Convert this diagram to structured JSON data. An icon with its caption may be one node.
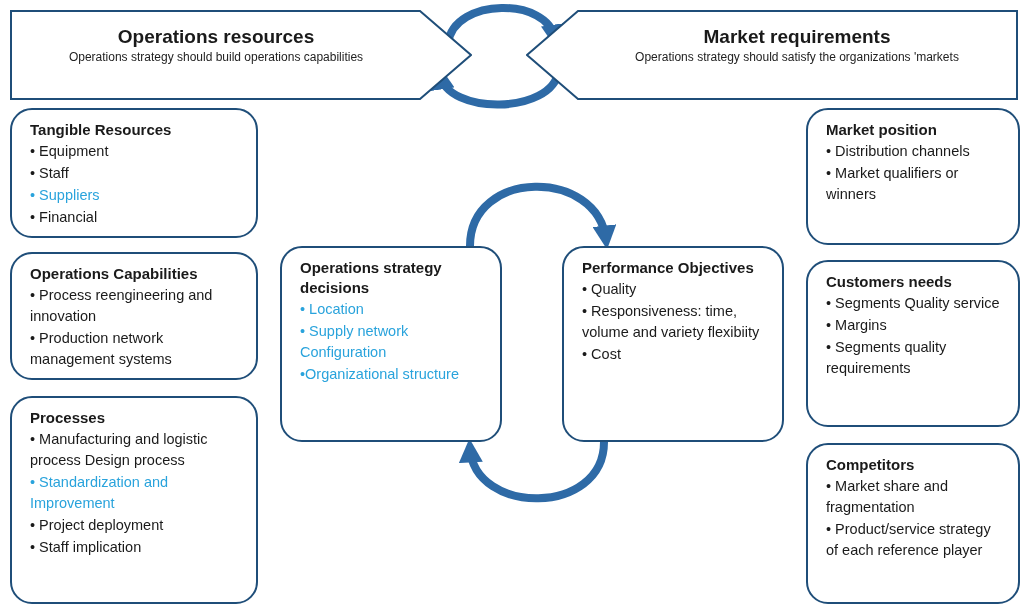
{
  "diagram": {
    "nodes": [
      {
        "text": [
          "Operations resources",
          "Operations strategy should build operations capabilities"
        ]
      },
      {
        "text": [
          "Market requirements",
          "Operations strategy should satisfy the organizations 'markets"
        ]
      },
      {
        "text": [
          "Tangible Resources",
          "• Equipment",
          "• Staff",
          "• Suppliers",
          "• Financial"
        ]
      },
      {
        "text": [
          "Market position",
          "• Distribution channels",
          "• Market qualifiers or winners"
        ]
      },
      {
        "text": [
          "Operations Capabilities",
          "• Process reengineering and innovation",
          "• Production network management systems"
        ]
      },
      {
        "text": [
          "Operations strategy decisions",
          "• Location",
          "• Supply network Configuration",
          "•Organizational structure"
        ]
      },
      {
        "text": [
          "Performance Objectives",
          "• Quality",
          "• Responsiveness: time, volume and variety flexibiity",
          "• Cost"
        ]
      },
      {
        "text": [
          "Customers needs",
          "• Segments Quality service",
          "• Margins",
          "• Segments quality requirements"
        ]
      },
      {
        "text": [
          "Processes",
          "• Manufacturing and logistic process Design process",
          "• Standardization and Improvement",
          "• Project deployment",
          "• Staff implication"
        ]
      },
      {
        "text": [
          "Competitors",
          "• Market share and fragmentation",
          "• Product/service strategy of each reference player"
        ]
      }
    ],
    "edges": [
      {
        "from": 0,
        "to": 1,
        "arrow": "to"
      },
      {
        "from": 1,
        "to": 0,
        "arrow": "to"
      },
      {
        "from": 5,
        "to": 6,
        "arrow": "to"
      },
      {
        "from": 6,
        "to": 5,
        "arrow": "to"
      }
    ]
  }
}
